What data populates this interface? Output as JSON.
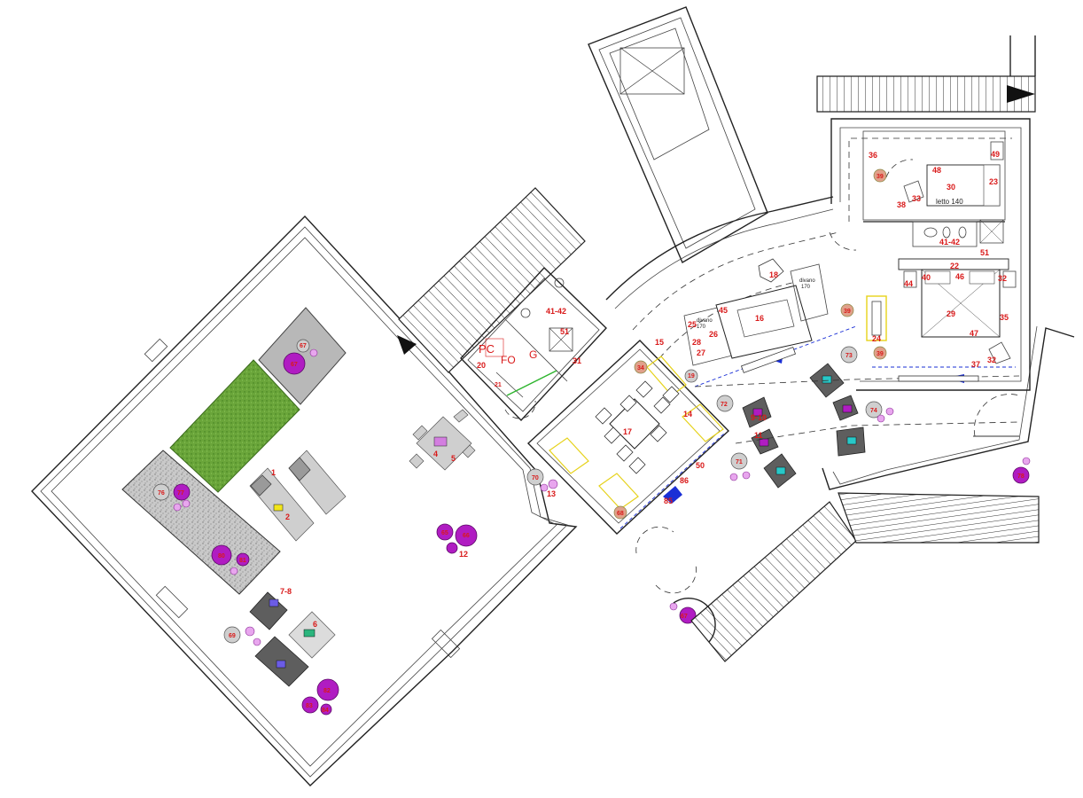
{
  "plan": {
    "labels": {
      "n1": "1",
      "n2": "2",
      "n4": "4",
      "n5": "5",
      "n6": "6",
      "n7_8": "7-8",
      "n9_10": "9-10",
      "n11": "11",
      "n12": "12",
      "n13": "13",
      "n14": "14",
      "n15": "15",
      "n16": "16",
      "n17": "17",
      "n18": "18",
      "n19": "19",
      "n20": "20",
      "n21": "21",
      "n22": "22",
      "n23": "23",
      "n24": "24",
      "n25": "25",
      "n26": "26",
      "n27": "27",
      "n28": "28",
      "n29": "29",
      "n30": "30",
      "n31": "31",
      "n32": "32",
      "n32b": "32",
      "n33": "33",
      "n35": "35",
      "n36": "36",
      "n37": "37",
      "n38": "38",
      "n40": "40",
      "n41_42a": "41-42",
      "n41_42b": "41-42",
      "n44": "44",
      "n45": "45",
      "n46": "46",
      "n47": "47",
      "n48": "48",
      "n49": "49",
      "n50": "50",
      "n51a": "51",
      "n51b": "51",
      "n65": "65",
      "n66": "66",
      "n67": "67",
      "n68": "68",
      "n69": "69",
      "n70": "70",
      "n71": "71",
      "n72": "72",
      "n73": "73",
      "n74": "74",
      "n76": "76",
      "n77": "77",
      "n78": "78",
      "n80": "80",
      "n81": "81",
      "n82": "82",
      "n83": "83",
      "n84": "84",
      "n85": "85",
      "n86": "86",
      "n34": "34",
      "n39a": "39",
      "n39b": "39",
      "n39c": "39",
      "letto": "letto 140",
      "divano1": "divano",
      "divano1b": "170",
      "divano2": "divano",
      "divano2b": "170",
      "pc": "PC",
      "fo": "FO",
      "g": "G"
    },
    "colors": {
      "lawn": "#6aa53a",
      "planter": "#b8b8b8",
      "plant": "#b01cc2",
      "label": "#d91a1a",
      "route": "#1a2fd6",
      "highlight": "#e6d21a"
    }
  }
}
